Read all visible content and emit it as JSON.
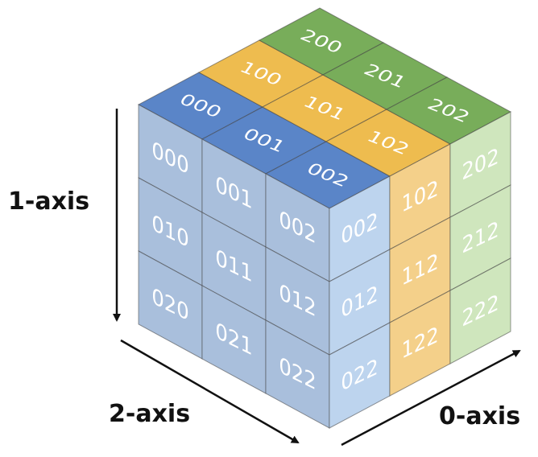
{
  "axes": {
    "axis0": "0-axis",
    "axis1": "1-axis",
    "axis2": "2-axis"
  },
  "colors": {
    "top_blue": "#5a85c8",
    "top_orange": "#eebc4f",
    "top_green": "#78ad5a",
    "left_face": "#a9bfdc",
    "right_blue": "#bdd4ee",
    "right_orange": "#f4d08a",
    "right_green": "#cfe6bd",
    "edge": "#444444",
    "arrow": "#111111"
  },
  "cube": {
    "top_face": [
      [
        "000",
        "001",
        "002"
      ],
      [
        "100",
        "101",
        "102"
      ],
      [
        "200",
        "201",
        "202"
      ]
    ],
    "front_face": [
      [
        "000",
        "001",
        "002"
      ],
      [
        "010",
        "011",
        "012"
      ],
      [
        "020",
        "021",
        "022"
      ]
    ],
    "right_face": [
      [
        "002",
        "102",
        "202"
      ],
      [
        "012",
        "112",
        "212"
      ],
      [
        "022",
        "122",
        "222"
      ]
    ]
  }
}
